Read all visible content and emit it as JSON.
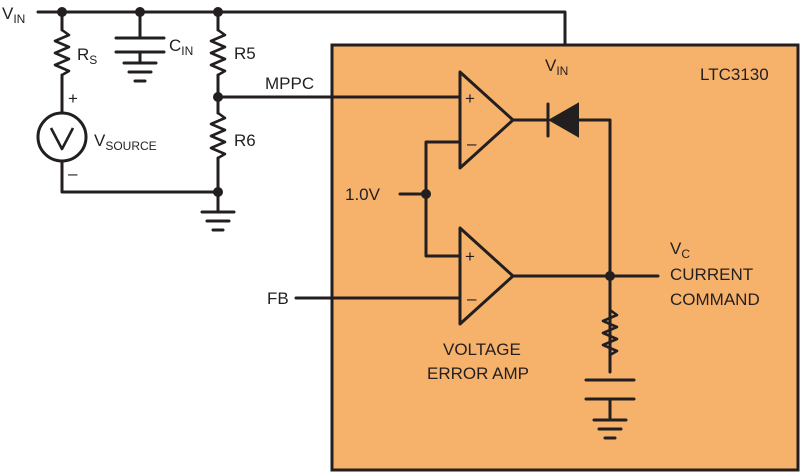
{
  "colors": {
    "ic_fill": "#f6b26b",
    "line": "#231f20",
    "background": "#ffffff"
  },
  "labels": {
    "vin_main": "V",
    "vin_main_sub": "IN",
    "rs": "R",
    "rs_sub": "S",
    "cin": "C",
    "cin_sub": "IN",
    "r5": "R5",
    "r6": "R6",
    "mppc": "MPPC",
    "plus_source": "+",
    "minus_source": "–",
    "vsource": "V",
    "vsource_sub": "SOURCE",
    "ic_name": "LTC3130",
    "vin_pin": "V",
    "vin_pin_sub": "IN",
    "ref": "1.0V",
    "fb": "FB",
    "amp_plus": "+",
    "amp_minus": "–",
    "vc": "V",
    "vc_sub": "C",
    "current": "CURRENT",
    "command": "COMMAND",
    "vea_line1": "VOLTAGE",
    "vea_line2": "ERROR AMP"
  },
  "icons": [
    "voltage-source-icon",
    "capacitor-icon",
    "resistor-icon",
    "ground-icon",
    "diode-icon",
    "op-amp-icon"
  ]
}
